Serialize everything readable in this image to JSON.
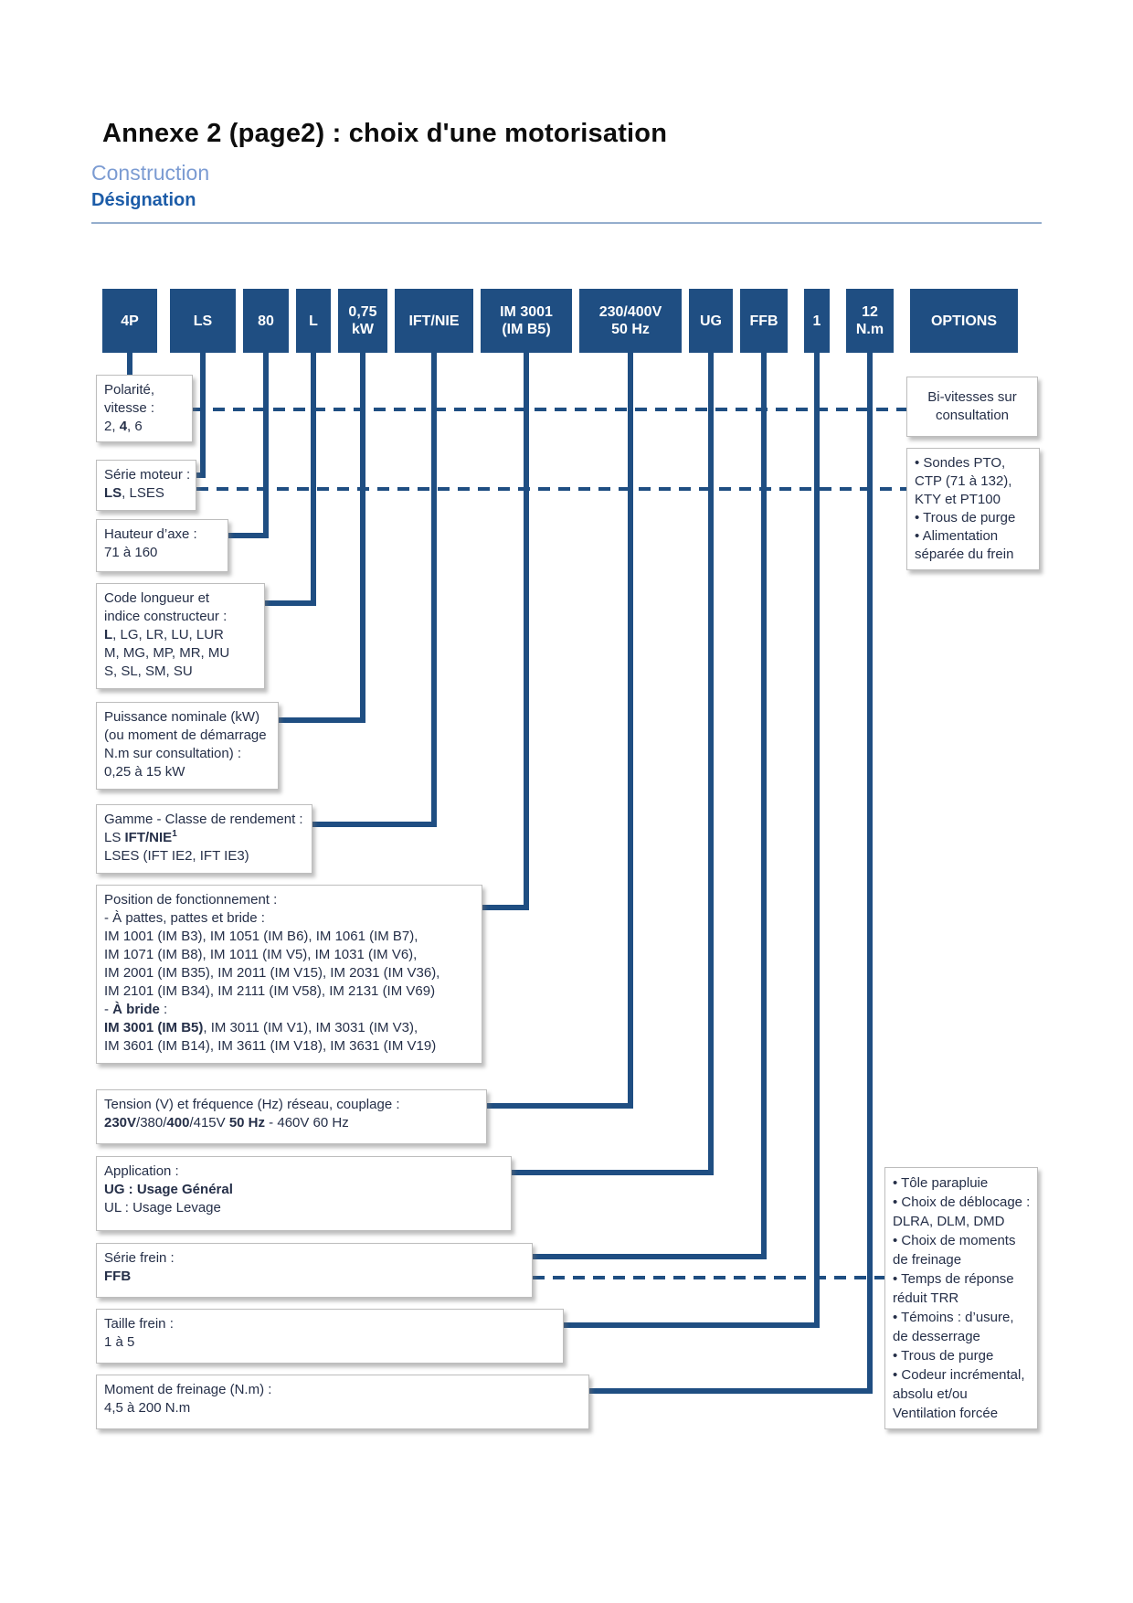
{
  "header": {
    "title": "Annexe 2 (page2) : choix d'une motorisation",
    "subtitle": "Construction",
    "section": "Désignation"
  },
  "colors": {
    "box_blue": "#1f4e82",
    "line_blue": "#1f4e82",
    "title_blue": "#1c5ca8",
    "subtitle_blue": "#7b9bd2"
  },
  "designation_boxes": [
    {
      "code": "4P",
      "lines": [
        [
          {
            "t": "4P",
            "b": true
          }
        ]
      ]
    },
    {
      "code": "LS",
      "lines": [
        [
          {
            "t": "LS",
            "b": true
          }
        ]
      ]
    },
    {
      "code": "80",
      "lines": [
        [
          {
            "t": "80",
            "b": true
          }
        ]
      ]
    },
    {
      "code": "L",
      "lines": [
        [
          {
            "t": "L",
            "b": true
          }
        ]
      ]
    },
    {
      "code": "0,75 kW",
      "lines": [
        [
          {
            "t": "0,75",
            "b": true
          }
        ],
        [
          {
            "t": "kW",
            "b": true
          }
        ]
      ]
    },
    {
      "code": "IFT/NIE",
      "lines": [
        [
          {
            "t": "IFT/NIE",
            "b": true
          }
        ]
      ]
    },
    {
      "code": "IM 3001 (IM B5)",
      "lines": [
        [
          {
            "t": "IM 3001",
            "b": true
          }
        ],
        [
          {
            "t": "(IM B5)",
            "b": true
          }
        ]
      ]
    },
    {
      "code": "230/400V 50 Hz",
      "lines": [
        [
          {
            "t": "230/400V",
            "b": true
          }
        ],
        [
          {
            "t": "50 Hz",
            "b": true
          }
        ]
      ]
    },
    {
      "code": "UG",
      "lines": [
        [
          {
            "t": "UG",
            "b": true
          }
        ]
      ]
    },
    {
      "code": "FFB",
      "lines": [
        [
          {
            "t": "FFB",
            "b": true
          }
        ]
      ]
    },
    {
      "code": "1",
      "lines": [
        [
          {
            "t": "1",
            "b": true
          }
        ]
      ]
    },
    {
      "code": "12 N.m",
      "lines": [
        [
          {
            "t": "12",
            "b": true
          }
        ],
        [
          {
            "t": "N.m",
            "b": true
          }
        ]
      ]
    },
    {
      "code": "OPTIONS",
      "lines": [
        [
          {
            "t": "OPTIONS",
            "b": true
          }
        ]
      ]
    }
  ],
  "callouts_left": [
    {
      "name": "polarite-vitesse",
      "lines": [
        [
          {
            "t": "Polarité,"
          }
        ],
        [
          {
            "t": "vitesse :"
          }
        ],
        [
          {
            "t": "2, "
          },
          {
            "t": "4",
            "b": true
          },
          {
            "t": ", 6"
          }
        ]
      ]
    },
    {
      "name": "serie-moteur",
      "lines": [
        [
          {
            "t": "Série moteur :"
          }
        ],
        [
          {
            "t": "LS",
            "b": true
          },
          {
            "t": ", LSES"
          }
        ]
      ]
    },
    {
      "name": "hauteur-axe",
      "lines": [
        [
          {
            "t": "Hauteur d’axe :"
          }
        ],
        [
          {
            "t": "71 à 160"
          }
        ]
      ]
    },
    {
      "name": "code-longueur",
      "lines": [
        [
          {
            "t": "Code longueur et"
          }
        ],
        [
          {
            "t": "indice constructeur :"
          }
        ],
        [
          {
            "t": "L",
            "b": true
          },
          {
            "t": ", LG, LR, LU, LUR"
          }
        ],
        [
          {
            "t": "M, MG, MP, MR, MU"
          }
        ],
        [
          {
            "t": "S, SL, SM, SU"
          }
        ]
      ]
    },
    {
      "name": "puissance-nominale",
      "lines": [
        [
          {
            "t": "Puissance nominale (kW)"
          }
        ],
        [
          {
            "t": "(ou moment de démarrage"
          }
        ],
        [
          {
            "t": "N.m sur consultation) :"
          }
        ],
        [
          {
            "t": "0,25 à 15 kW"
          }
        ]
      ]
    },
    {
      "name": "gamme-classe-rendement",
      "lines": [
        [
          {
            "t": "Gamme - Classe de rendement :"
          }
        ],
        [
          {
            "t": "LS "
          },
          {
            "t": "IFT/NIE",
            "b": true
          },
          {
            "t": "1",
            "b": true,
            "sup": true
          }
        ],
        [
          {
            "t": "LSES (IFT IE2, IFT IE3)"
          }
        ]
      ]
    },
    {
      "name": "position-fonctionnement",
      "lines": [
        [
          {
            "t": "Position de fonctionnement :"
          }
        ],
        [
          {
            "t": "- À pattes, pattes et bride :"
          }
        ],
        [
          {
            "t": "IM 1001 (IM B3), IM 1051 (IM B6), IM 1061 (IM B7),"
          }
        ],
        [
          {
            "t": "IM 1071 (IM B8), IM 1011 (IM V5), IM 1031 (IM V6),"
          }
        ],
        [
          {
            "t": "IM 2001 (IM B35), IM 2011 (IM V15), IM 2031 (IM V36),"
          }
        ],
        [
          {
            "t": "IM 2101 (IM B34), IM 2111 (IM V58), IM 2131 (IM V69)"
          }
        ],
        [
          {
            "t": "- "
          },
          {
            "t": "À bride",
            "b": true
          },
          {
            "t": " :"
          }
        ],
        [
          {
            "t": "IM 3001 (IM B5)",
            "b": true
          },
          {
            "t": ", IM 3011 (IM V1), IM 3031 (IM V3),"
          }
        ],
        [
          {
            "t": "IM 3601 (IM B14), IM 3611 (IM V18), IM 3631 (IM V19)"
          }
        ]
      ]
    },
    {
      "name": "tension-frequence",
      "lines": [
        [
          {
            "t": "Tension (V) et fréquence (Hz) réseau, couplage :"
          }
        ],
        [
          {
            "t": "230V",
            "b": true
          },
          {
            "t": "/380/"
          },
          {
            "t": "400",
            "b": true
          },
          {
            "t": "/415V "
          },
          {
            "t": "50 Hz",
            "b": true
          },
          {
            "t": " - 460V 60 Hz"
          }
        ]
      ]
    },
    {
      "name": "application",
      "lines": [
        [
          {
            "t": "Application :"
          }
        ],
        [
          {
            "t": "UG : Usage Général",
            "b": true
          }
        ],
        [
          {
            "t": "UL : Usage Levage"
          }
        ]
      ]
    },
    {
      "name": "serie-frein",
      "lines": [
        [
          {
            "t": "Série frein :"
          }
        ],
        [
          {
            "t": "FFB",
            "b": true
          }
        ]
      ]
    },
    {
      "name": "taille-frein",
      "lines": [
        [
          {
            "t": "Taille frein :"
          }
        ],
        [
          {
            "t": "1 à 5"
          }
        ]
      ]
    },
    {
      "name": "moment-freinage",
      "lines": [
        [
          {
            "t": "Moment de freinage (N.m) :"
          }
        ],
        [
          {
            "t": "4,5 à 200 N.m"
          }
        ]
      ]
    }
  ],
  "callouts_right": [
    {
      "name": "bi-vitesses",
      "lines": [
        [
          {
            "t": "Bi-vitesses sur"
          }
        ],
        [
          {
            "t": "consultation"
          }
        ]
      ]
    },
    {
      "name": "options-moteur",
      "lines": [
        [
          {
            "t": "• Sondes PTO,"
          }
        ],
        [
          {
            "t": "CTP (71 à 132),"
          }
        ],
        [
          {
            "t": "KTY et PT100"
          }
        ],
        [
          {
            "t": "• Trous de purge"
          }
        ],
        [
          {
            "t": "• Alimentation"
          }
        ],
        [
          {
            "t": "séparée du frein"
          }
        ]
      ]
    },
    {
      "name": "options-frein",
      "lines": [
        [
          {
            "t": "• Tôle parapluie"
          }
        ],
        [
          {
            "t": "• Choix de déblocage :"
          }
        ],
        [
          {
            "t": "DLRA, DLM, DMD"
          }
        ],
        [
          {
            "t": "• Choix de moments"
          }
        ],
        [
          {
            "t": "de freinage"
          }
        ],
        [
          {
            "t": "• Temps de réponse"
          }
        ],
        [
          {
            "t": "réduit TRR"
          }
        ],
        [
          {
            "t": "• Témoins : d’usure,"
          }
        ],
        [
          {
            "t": "de desserrage"
          }
        ],
        [
          {
            "t": "• Trous de purge"
          }
        ],
        [
          {
            "t": "• Codeur incrémental,"
          }
        ],
        [
          {
            "t": "absolu et/ou"
          }
        ],
        [
          {
            "t": "Ventilation forcée"
          }
        ]
      ]
    }
  ]
}
